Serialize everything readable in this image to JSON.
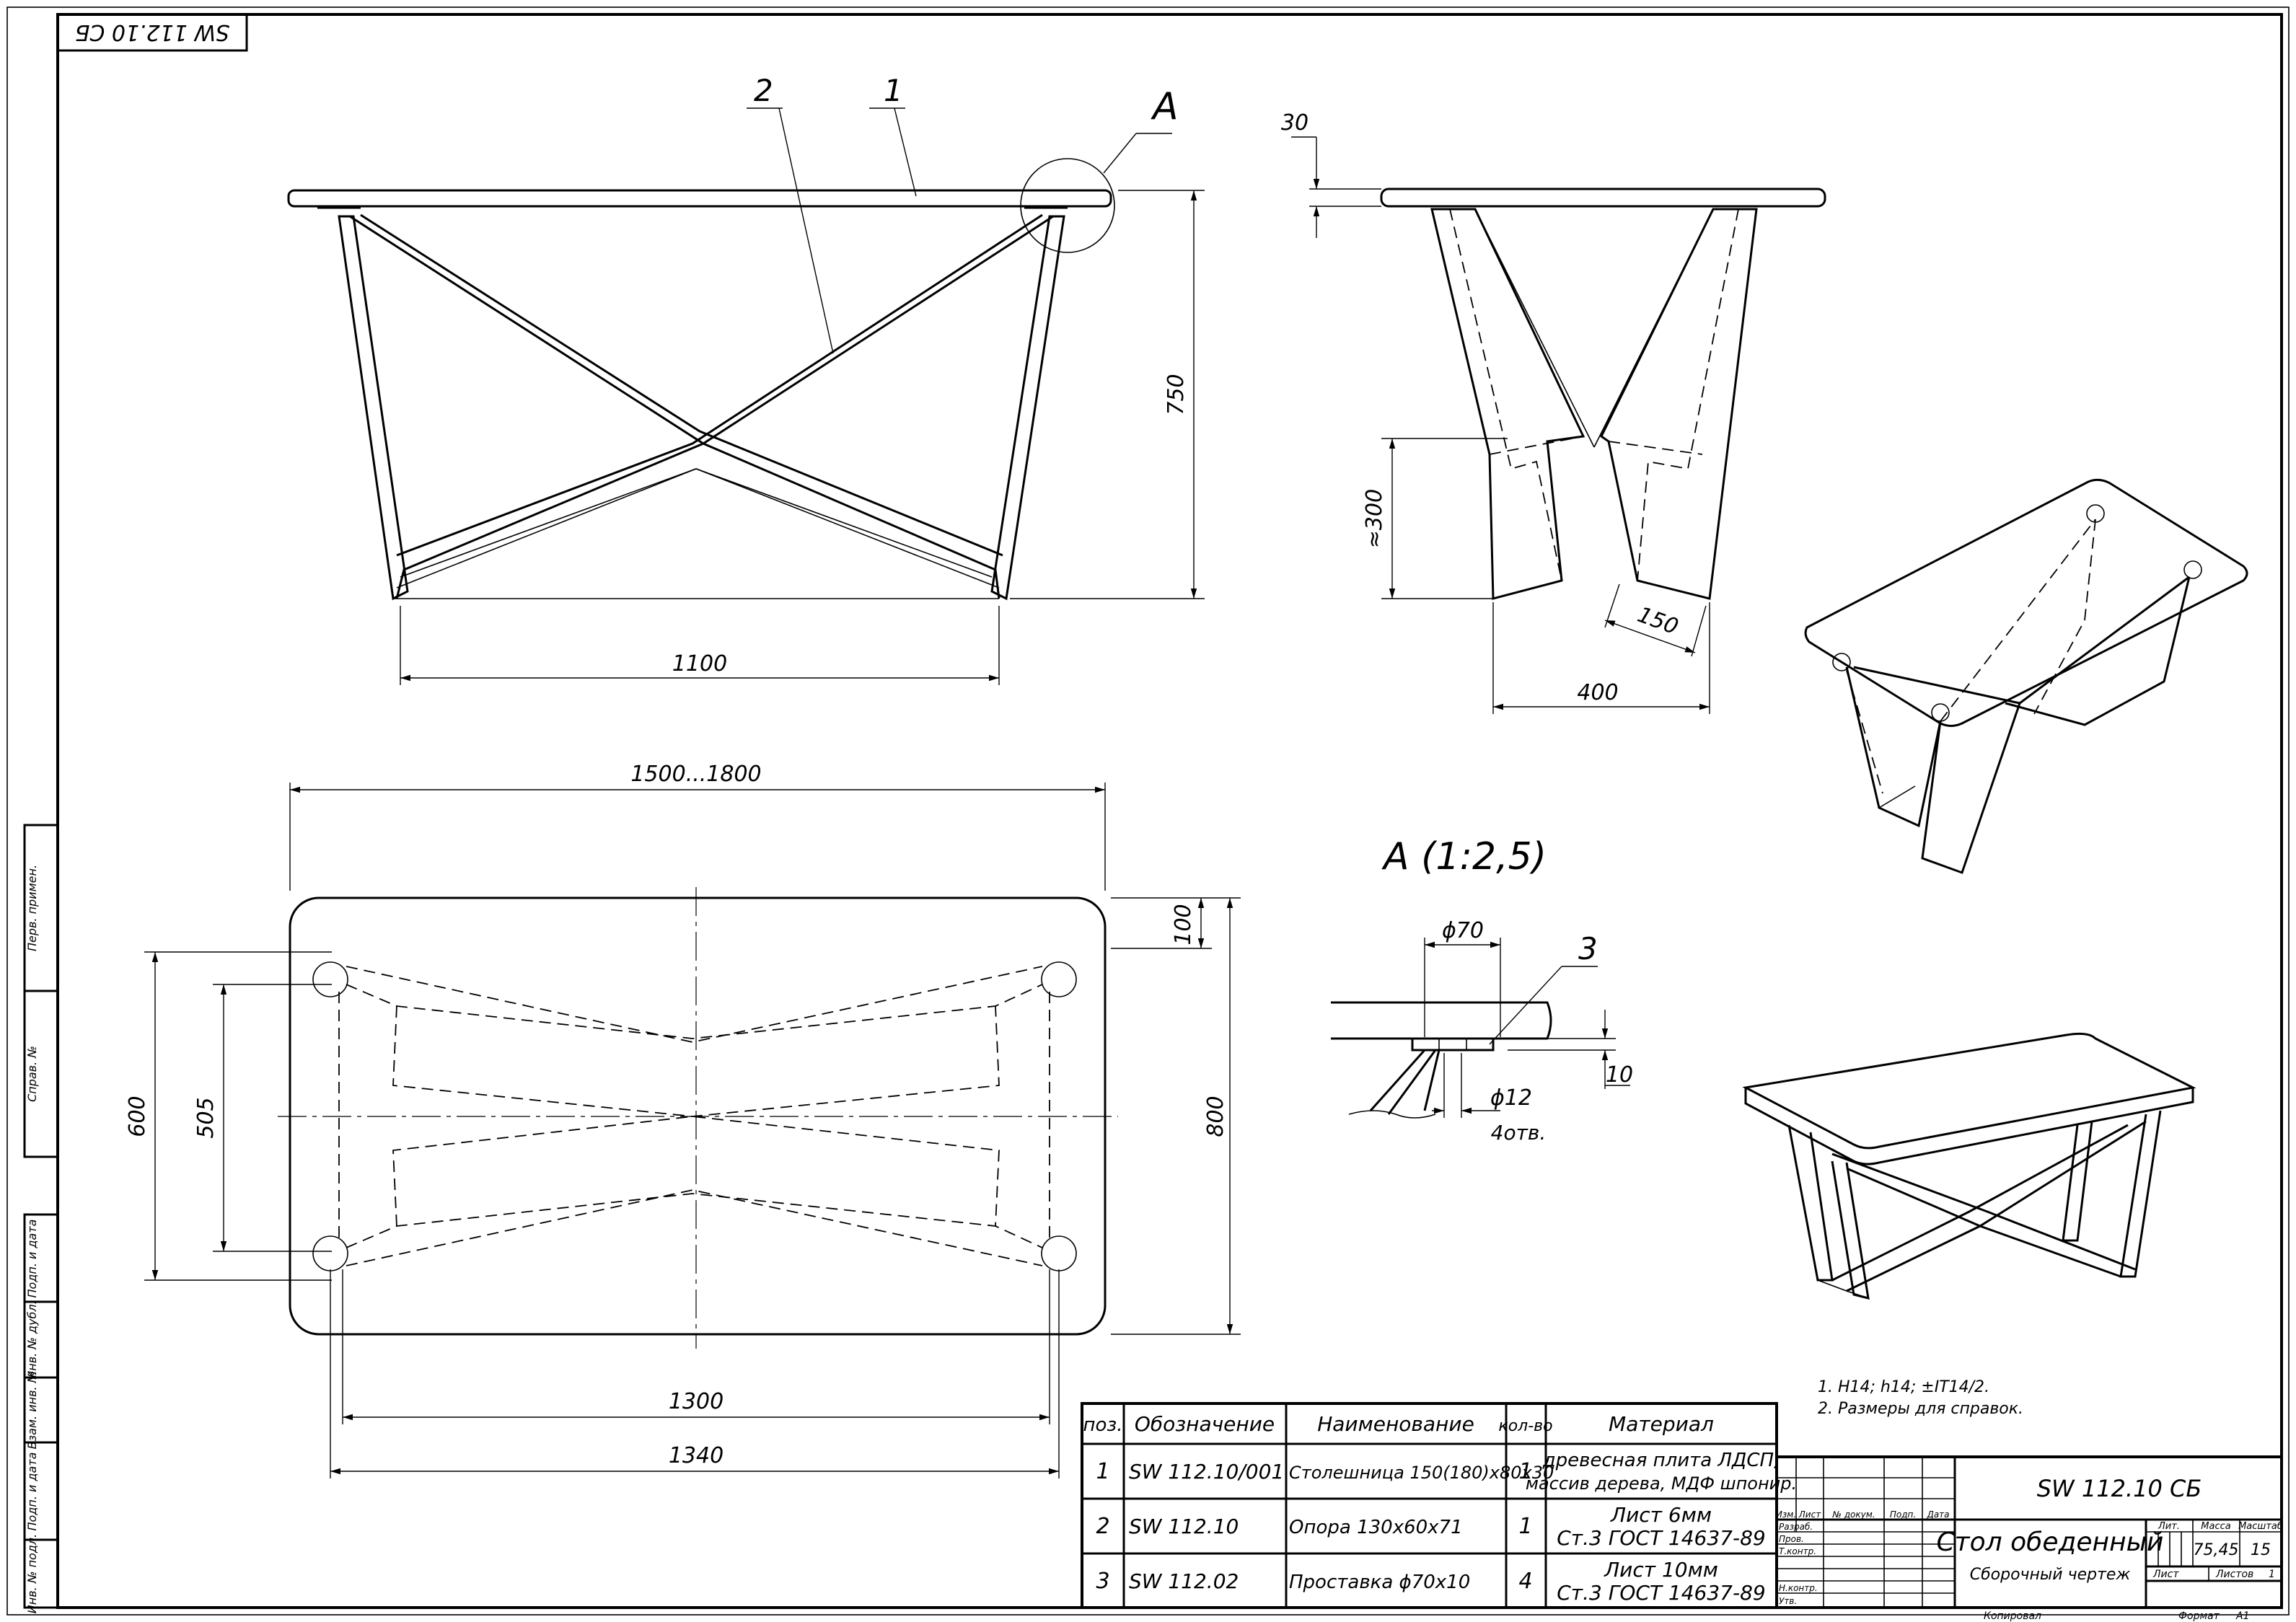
{
  "stamp_code": "SW 112.10 СБ",
  "positions": [
    "1",
    "2",
    "3"
  ],
  "detail_callout": "А",
  "detail_title": "А (1:2,5)",
  "dims": {
    "d1100": "1100",
    "d750": "750",
    "d30": "30",
    "d300": "≈300",
    "d150": "150",
    "d400": "400",
    "d1500": "1500...1800",
    "d100": "100",
    "d800": "800",
    "d600": "600",
    "d505": "505",
    "d1300": "1300",
    "d1340": "1340",
    "d70": "ϕ70",
    "d10": "10",
    "d12": "ϕ12",
    "holes": "4отв."
  },
  "notes": [
    "1. H14; h14; ±IT14/2.",
    "2. Размеры для справок."
  ],
  "spec": {
    "headers": [
      "поз.",
      "Обозначение",
      "Наименование",
      "кол-во",
      "Материал"
    ],
    "rows": [
      {
        "pos": "1",
        "code": "SW 112.10/001",
        "name": "Столешница 150(180)х80х30",
        "qty": "1",
        "mat1": "древесная плита ЛДСП,",
        "mat2": "массив дерева, МДФ шпонир."
      },
      {
        "pos": "2",
        "code": "SW 112.10",
        "name": "Опора 130х60х71",
        "qty": "1",
        "mat1": "Лист 6мм",
        "mat2": "Ст.3 ГОСТ 14637-89"
      },
      {
        "pos": "3",
        "code": "SW 112.02",
        "name": "Проставка ϕ70х10",
        "qty": "4",
        "mat1": "Лист 10мм",
        "mat2": "Ст.3 ГОСТ 14637-89"
      }
    ]
  },
  "titleblock": {
    "code": "SW 112.10 СБ",
    "title": "Стол обеденный",
    "subtitle": "Сборочный чертеж",
    "col_labels": [
      "Изм.",
      "Лист",
      "№ докум.",
      "Подп.",
      "Дата"
    ],
    "role_labels": [
      "Разраб.",
      "Пров.",
      "Т.контр.",
      "Н.контр.",
      "Утв."
    ],
    "lit_label": "Лит.",
    "mass_label": "Масса",
    "scale_label": "Масштаб",
    "mass": "75,45",
    "scale": "15",
    "sheet_label": "Лист",
    "sheets_label": "Листов",
    "sheets": "1",
    "copied": "Копировал",
    "format_label": "Формат",
    "format": "А1"
  },
  "side_labels": [
    "Перв. примен.",
    "Справ. №",
    "Подп. и дата",
    "Инв. № дубл.",
    "Взам. инв. №",
    "Подп. и дата",
    "Инв. № подл."
  ]
}
